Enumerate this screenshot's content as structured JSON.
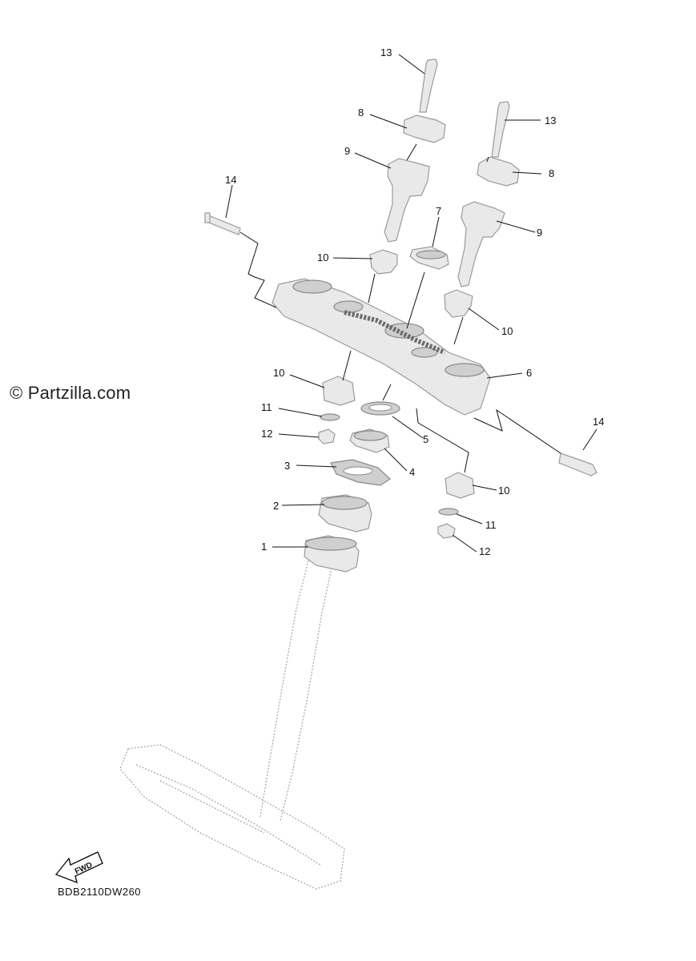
{
  "watermark": "© Partzilla.com",
  "diagram_code": "BDB2110DW260",
  "fwd_label": "FWD",
  "callouts": {
    "c1": "1",
    "c2": "2",
    "c3": "3",
    "c4": "4",
    "c5": "5",
    "c6": "6",
    "c7": "7",
    "c8a": "8",
    "c8b": "8",
    "c9a": "9",
    "c9b": "9",
    "c10a": "10",
    "c10b": "10",
    "c10c": "10",
    "c10d": "10",
    "c11a": "11",
    "c11b": "11",
    "c12a": "12",
    "c12b": "12",
    "c13a": "13",
    "c13b": "13",
    "c14a": "14",
    "c14b": "14"
  }
}
